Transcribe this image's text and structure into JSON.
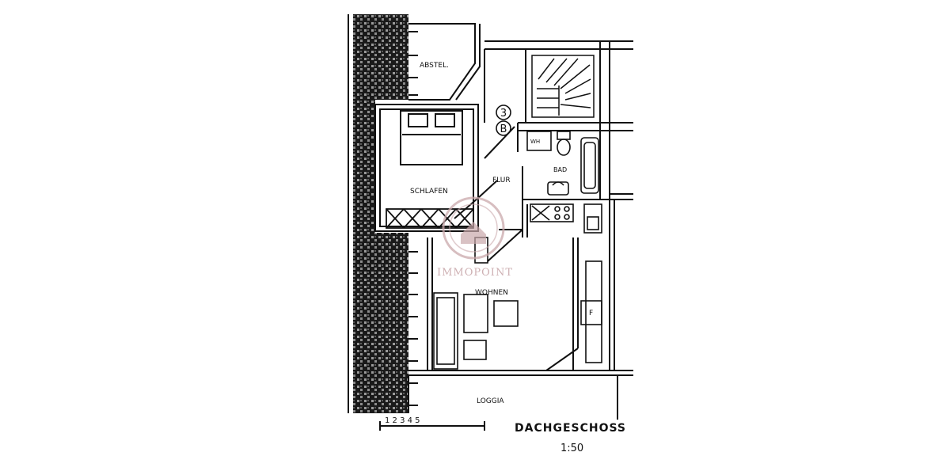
{
  "plan": {
    "rooms": {
      "abstell": "ABSTEL.",
      "schlafen": "SCHLAFEN",
      "flur": "FLUR",
      "bad": "BAD",
      "wohnen": "WOHNEN",
      "loggia": "LOGGIA",
      "wh": "WH",
      "f": "F"
    },
    "markers": [
      "3",
      "B"
    ],
    "floor_label": "DACHGESCHOSS",
    "scale_label": "1:50",
    "scalebar_text": "1  2  3  4  5",
    "watermark": "IMMOPOINT"
  },
  "colors": {
    "ink": "#111111",
    "watermark": "#c9a8ab"
  }
}
